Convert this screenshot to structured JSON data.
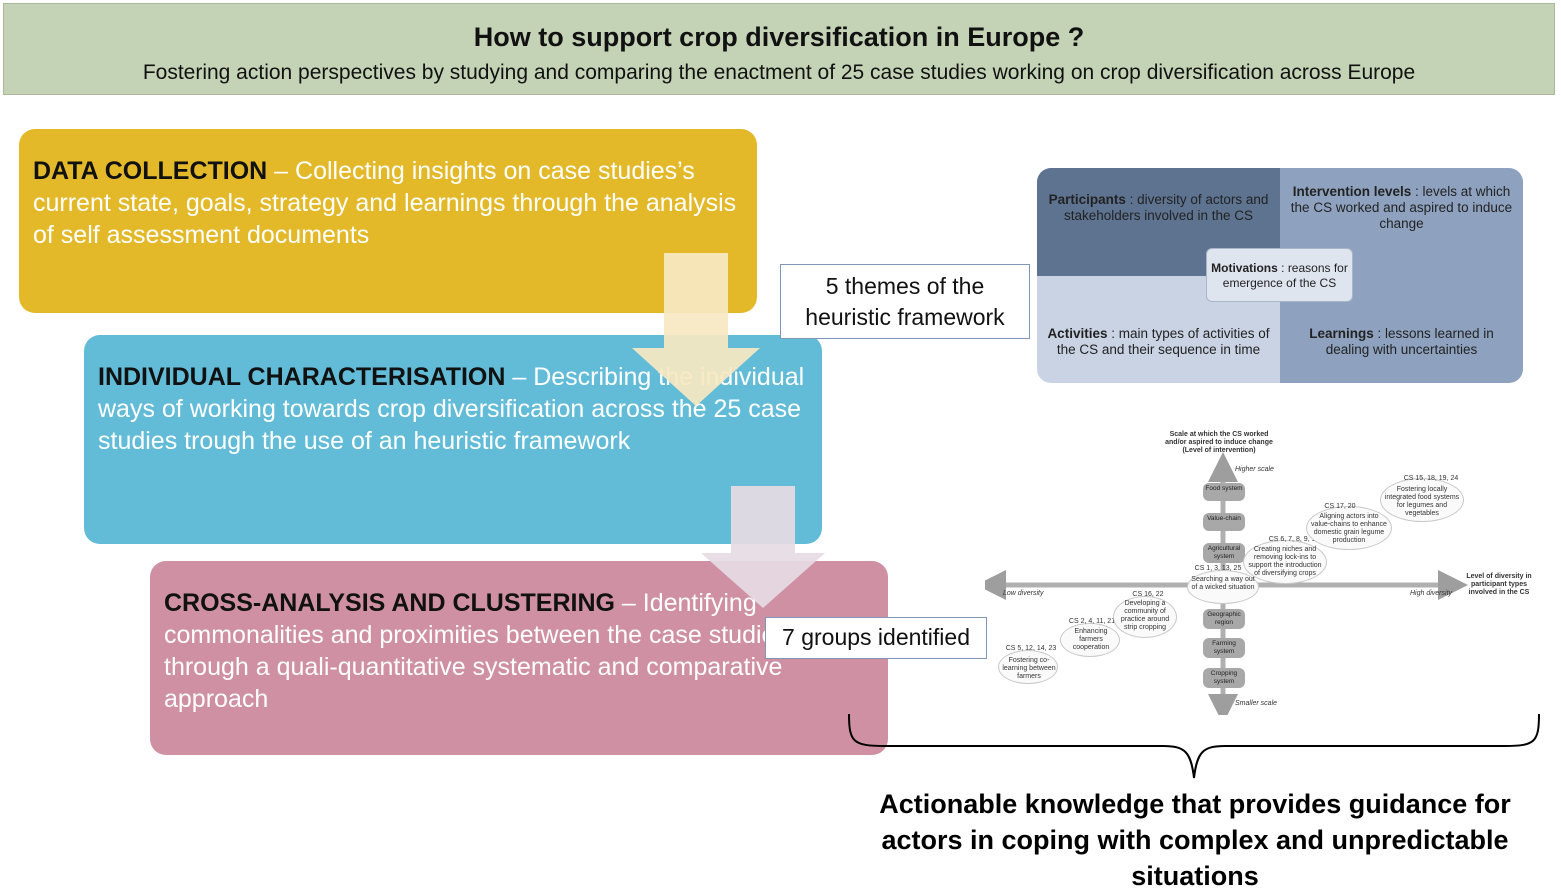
{
  "header": {
    "title": "How to support crop diversification in Europe ?",
    "subtitle": "Fostering action perspectives by studying and comparing the enactment of 25 case studies working on crop diversification across Europe"
  },
  "stages": [
    {
      "heading": "DATA COLLECTION",
      "text": " – Collecting insights on case studies’s current state, goals, strategy and learnings through the analysis of self assessment documents"
    },
    {
      "heading": "INDIVIDUAL CHARACTERISATION",
      "text": " – Describing the individual ways of working towards crop diversification across the 25 case studies trough the use of an heuristic framework"
    },
    {
      "heading": "CROSS-ANALYSIS AND CLUSTERING",
      "text": " – Identifying commonalities and proximities between the case studies through a quali-quantitative systematic and comparative approach"
    }
  ],
  "callouts": {
    "themes": "5 themes of the heuristic framework",
    "groups": "7 groups identified"
  },
  "themes": {
    "participants": {
      "label": "Participants",
      "desc": " : diversity of actors and stakeholders involved in the CS"
    },
    "intervention": {
      "label": "Intervention levels",
      "desc": " : levels at which the CS worked and aspired to induce change"
    },
    "activities": {
      "label": "Activities",
      "desc": " : main types of activities of the CS and their sequence in time"
    },
    "learnings": {
      "label": "Learnings",
      "desc": " : lessons learned in dealing with uncertainties"
    },
    "motivations": {
      "label": "Motivations",
      "desc": " : reasons for emergence of the CS"
    }
  },
  "matrix": {
    "y_title": "Scale at which the CS worked and/or aspired to induce change (Level of intervention)",
    "higher_scale": "Higher scale",
    "smaller_scale": "Smaller scale",
    "low_diversity": "Low diversity",
    "high_diversity": "High diversity",
    "x_title": "Level of diversity in participant types involved in the CS",
    "scales": [
      "Food system",
      "Value-chain",
      "Agricultural system",
      "Geographic region",
      "Farming system",
      "Cropping system"
    ],
    "groups": [
      {
        "cs": "CS 5, 12, 14, 23",
        "name": "Fostering co-learning between farmers"
      },
      {
        "cs": "CS 2, 4, 11, 21",
        "name": "Enhancing farmers cooperation"
      },
      {
        "cs": "CS 16, 22",
        "name": "Developing a community of practice around strip cropping"
      },
      {
        "cs": "CS 1, 3, 13, 25",
        "name": "Searching a way out of a wicked situation"
      },
      {
        "cs": "CS 6, 7, 8, 9, 10",
        "name": "Creating niches and removing lock-ins to support the introduction of diversifying crops"
      },
      {
        "cs": "CS 17, 20",
        "name": "Aligning actors into value-chains to enhance domestic grain legume production"
      },
      {
        "cs": "CS 15, 18, 19, 24",
        "name": "Fostering locally integrated food systems for legumes and vegetables"
      }
    ]
  },
  "conclusion": "Actionable knowledge that provides guidance for actors in coping with complex and unpredictable situations",
  "colors": {
    "header": "#c4d3b6",
    "data_collection": "#e4b929",
    "individual": "#62bcd8",
    "cross_analysis": "#cf90a3",
    "arrow1": "#f7e8c2",
    "arrow2": "#e6dbe3"
  }
}
